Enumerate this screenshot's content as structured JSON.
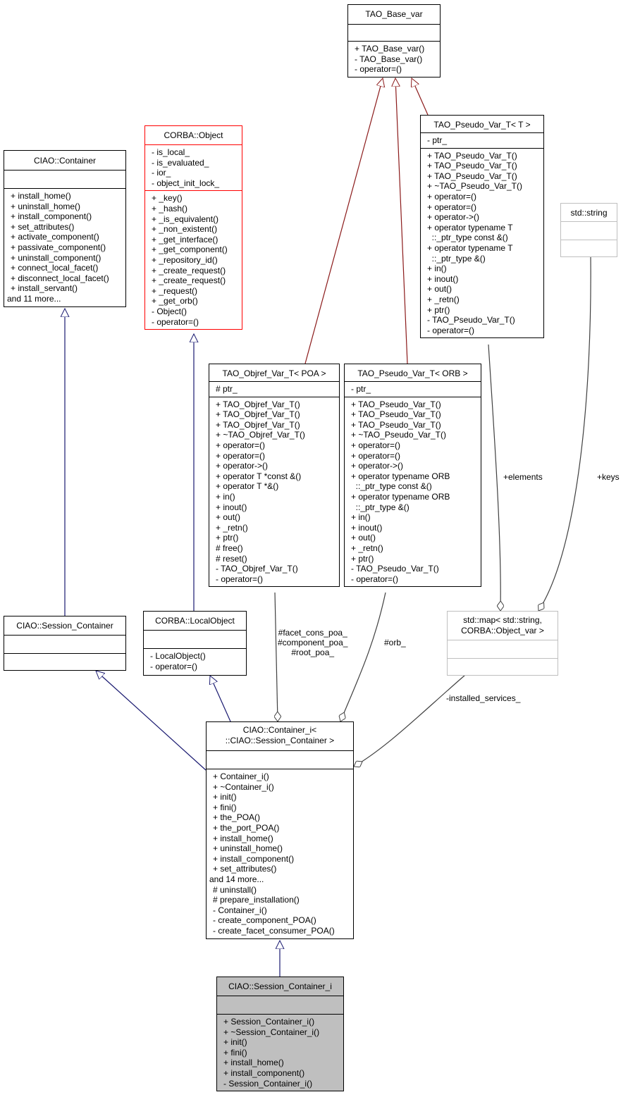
{
  "colors": {
    "inheritance": "#191970",
    "template": "#8b1a1a",
    "usage": "#404040",
    "focus_fill": "#bfbfbf",
    "red_border": "#ff0000",
    "gray_border": "#bfbfbf"
  },
  "classes": {
    "tao_base_var": {
      "title": "TAO_Base_var",
      "attrs": [],
      "ops": [
        "+ TAO_Base_var()",
        "- TAO_Base_var()",
        "- operator=()"
      ]
    },
    "tao_pseudo_var_t": {
      "title": "TAO_Pseudo_Var_T< T >",
      "attrs": [
        "- ptr_"
      ],
      "ops": [
        "+ TAO_Pseudo_Var_T()",
        "+ TAO_Pseudo_Var_T()",
        "+ TAO_Pseudo_Var_T()",
        "+ ~TAO_Pseudo_Var_T()",
        "+ operator=()",
        "+ operator=()",
        "+ operator->()",
        "+ operator typename T",
        "  ::_ptr_type const &()",
        "+ operator typename T",
        "  ::_ptr_type &()",
        "+ in()",
        "+ inout()",
        "+ out()",
        "+ _retn()",
        "+ ptr()",
        "- TAO_Pseudo_Var_T()",
        "- operator=()"
      ]
    },
    "corba_object": {
      "title": "CORBA::Object",
      "attrs": [
        "- is_local_",
        "- is_evaluated_",
        "- ior_",
        "- object_init_lock_"
      ],
      "ops": [
        "+ _key()",
        "+ _hash()",
        "+ _is_equivalent()",
        "+ _non_existent()",
        "+ _get_interface()",
        "+ _get_component()",
        "+ _repository_id()",
        "+ _create_request()",
        "+ _create_request()",
        "+ _request()",
        "+ _get_orb()",
        "- Object()",
        "- operator=()"
      ]
    },
    "ciao_container": {
      "title": "CIAO::Container",
      "attrs": [],
      "ops": [
        "+ install_home()",
        "+ uninstall_home()",
        "+ install_component()",
        "+ set_attributes()",
        "+ activate_component()",
        "+ passivate_component()",
        "+ uninstall_component()",
        "+ connect_local_facet()",
        "+ disconnect_local_facet()",
        "+ install_servant()",
        "and 11 more..."
      ]
    },
    "std_string": {
      "title": "std::string",
      "attrs": [],
      "ops": []
    },
    "tao_objref_var_t": {
      "title": "TAO_Objref_Var_T< POA >",
      "attrs": [
        "# ptr_"
      ],
      "ops": [
        "+ TAO_Objref_Var_T()",
        "+ TAO_Objref_Var_T()",
        "+ TAO_Objref_Var_T()",
        "+ ~TAO_Objref_Var_T()",
        "+ operator=()",
        "+ operator=()",
        "+ operator->()",
        "+ operator T *const &()",
        "+ operator T *&()",
        "+ in()",
        "+ inout()",
        "+ out()",
        "+ _retn()",
        "+ ptr()",
        "# free()",
        "# reset()",
        "- TAO_Objref_Var_T()",
        "- operator=()"
      ]
    },
    "tao_pseudo_var_t_orb": {
      "title": "TAO_Pseudo_Var_T< ORB >",
      "attrs": [
        "- ptr_"
      ],
      "ops": [
        "+ TAO_Pseudo_Var_T()",
        "+ TAO_Pseudo_Var_T()",
        "+ TAO_Pseudo_Var_T()",
        "+ ~TAO_Pseudo_Var_T()",
        "+ operator=()",
        "+ operator=()",
        "+ operator->()",
        "+ operator typename ORB",
        "  ::_ptr_type const &()",
        "+ operator typename ORB",
        "  ::_ptr_type &()",
        "+ in()",
        "+ inout()",
        "+ out()",
        "+ _retn()",
        "+ ptr()",
        "- TAO_Pseudo_Var_T()",
        "- operator=()"
      ]
    },
    "ciao_session_container": {
      "title": "CIAO::Session_Container",
      "attrs": [],
      "ops": []
    },
    "corba_localobject": {
      "title": "CORBA::LocalObject",
      "attrs": [],
      "ops": [
        "- LocalObject()",
        "- operator=()"
      ]
    },
    "std_map": {
      "title": "std::map< std::string,\nCORBA::Object_var >",
      "attrs": [],
      "ops": []
    },
    "ciao_container_i": {
      "title": "CIAO::Container_i<\n::CIAO::Session_Container >",
      "attrs": [],
      "ops": [
        "+ Container_i()",
        "+ ~Container_i()",
        "+ init()",
        "+ fini()",
        "+ the_POA()",
        "+ the_port_POA()",
        "+ install_home()",
        "+ uninstall_home()",
        "+ install_component()",
        "+ set_attributes()",
        "and 14 more...",
        "# uninstall()",
        "# prepare_installation()",
        "- Container_i()",
        "- create_component_POA()",
        "- create_facet_consumer_POA()"
      ]
    },
    "ciao_session_container_i": {
      "title": "CIAO::Session_Container_i",
      "attrs": [],
      "ops": [
        "+ Session_Container_i()",
        "+ ~Session_Container_i()",
        "+ init()",
        "+ fini()",
        "+ install_home()",
        "+ install_component()",
        "- Session_Container_i()"
      ]
    }
  },
  "edge_labels": {
    "elements": "+elements",
    "keys": "+keys",
    "poa_members": "#facet_cons_poa_\n#component_poa_\n#root_poa_",
    "orb": "#orb_",
    "installed_services": "-installed_services_"
  }
}
